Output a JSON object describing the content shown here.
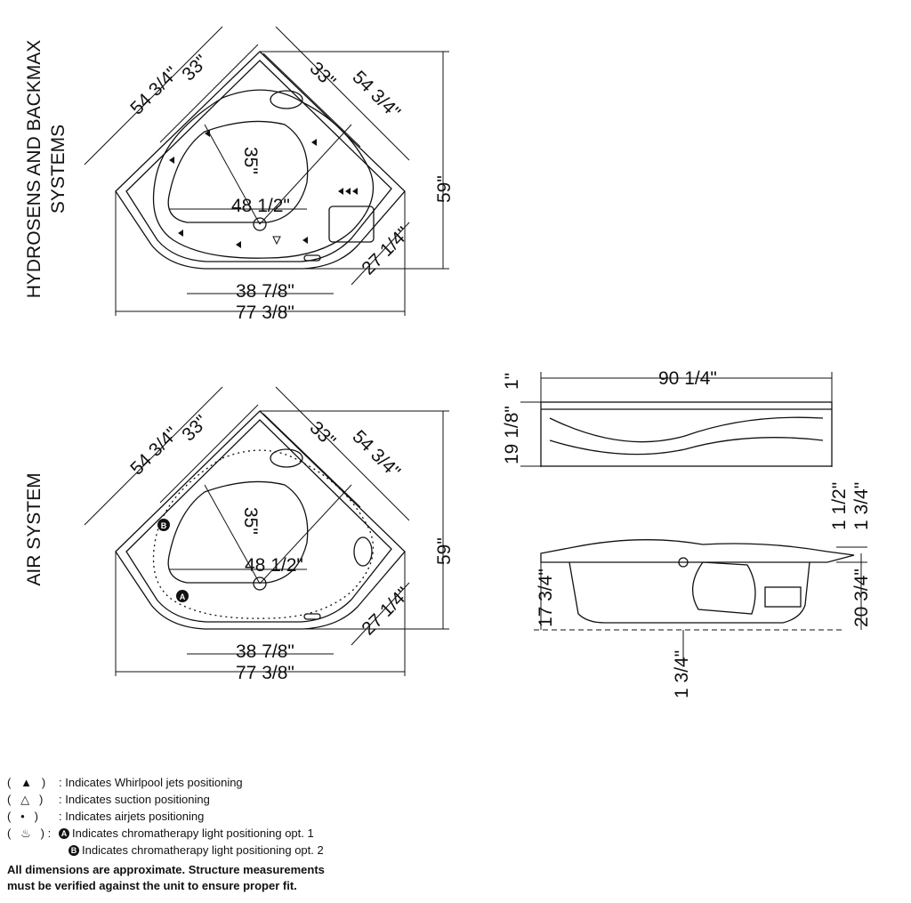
{
  "top_view": {
    "side_label_line1": "HYDROSENS AND BACKMAX",
    "side_label_line2": "SYSTEMS",
    "dim_54_left": "54 3/4\"",
    "dim_33_left": "33\"",
    "dim_33_right": "33\"",
    "dim_54_right": "54 3/4\"",
    "dim_35": "35\"",
    "dim_48": "48 1/2\"",
    "dim_59": "59\"",
    "dim_27": "27 1/4\"",
    "dim_38": "38 7/8\"",
    "dim_77": "77 3/8\""
  },
  "air_view": {
    "side_label": "AIR SYSTEM",
    "dim_54_left": "54 3/4\"",
    "dim_33_left": "33\"",
    "dim_33_right": "33\"",
    "dim_54_right": "54 3/4\"",
    "dim_35": "35\"",
    "dim_48": "48 1/2\"",
    "dim_59": "59\"",
    "dim_27": "27 1/4\"",
    "dim_38": "38 7/8\"",
    "dim_77": "77 3/8\"",
    "badge_a": "A",
    "badge_b": "B"
  },
  "front_view": {
    "dim_90": "90 1/4\"",
    "dim_1": "1\"",
    "dim_19": "19 1/8\""
  },
  "side_view": {
    "dim_1_half": "1 1/2\"",
    "dim_1_3_4_top": "1 3/4\"",
    "dim_17": "17 3/4\"",
    "dim_20": "20 3/4\"",
    "dim_1_3_4_bottom": "1 3/4\""
  },
  "legend": {
    "rows": [
      {
        "symbol": "▲",
        "text": ": Indicates Whirlpool jets positioning"
      },
      {
        "symbol": "△",
        "text": ": Indicates suction positioning"
      },
      {
        "symbol": "•",
        "text": ": Indicates airjets positioning"
      },
      {
        "symbol": "♨",
        "badge": "A",
        "text": "Indicates chromatherapy light positioning opt. 1"
      },
      {
        "symbol": "",
        "badge": "B",
        "text": "Indicates chromatherapy light positioning opt. 2"
      }
    ],
    "note": "All dimensions are approximate. Structure measurements must be verified against the unit to ensure proper fit."
  }
}
